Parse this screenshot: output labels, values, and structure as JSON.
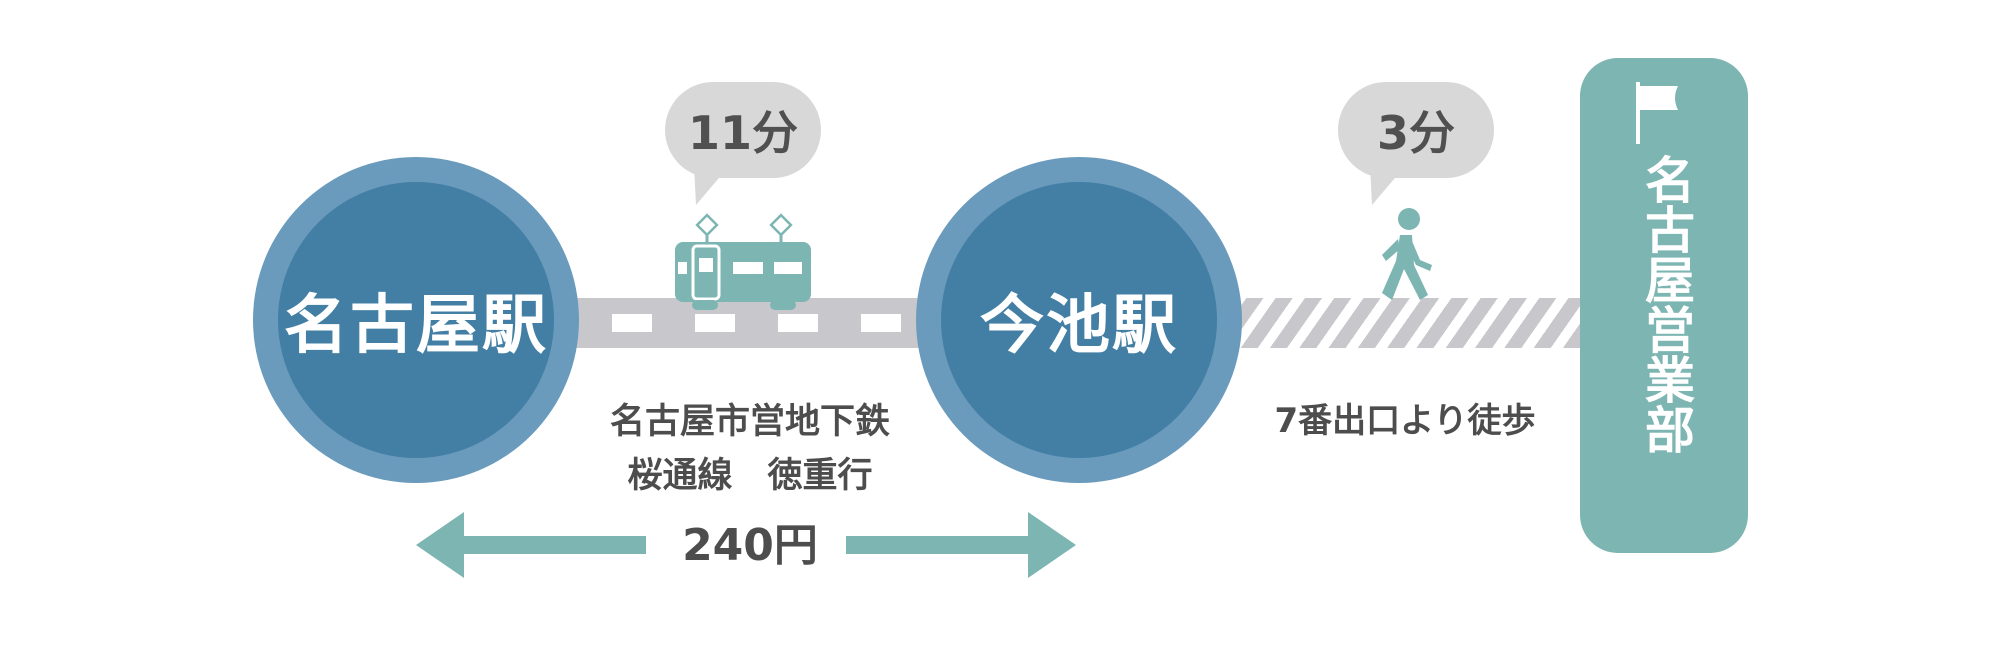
{
  "from_station": {
    "name": "名古屋駅"
  },
  "to_station": {
    "name": "今池駅"
  },
  "train_segment": {
    "duration": "11分",
    "line_name": "名古屋市営地下鉄",
    "line_detail": "桜通線　徳重行",
    "fare": "240円"
  },
  "walk_segment": {
    "duration": "3分",
    "instruction": "7番出口より徒歩"
  },
  "destination": {
    "name": "名古屋営業部"
  },
  "colors": {
    "station_outer": "#6a9bbd",
    "station_inner": "#437fa4",
    "accent_teal": "#7cb5b1",
    "track_gray": "#c8c8cc",
    "bubble_gray": "#d8d8d8",
    "text_dark": "#4d4d4d"
  },
  "icons": [
    "train-icon",
    "walking-person-icon",
    "flag-icon",
    "arrow-left-icon",
    "arrow-right-icon"
  ]
}
